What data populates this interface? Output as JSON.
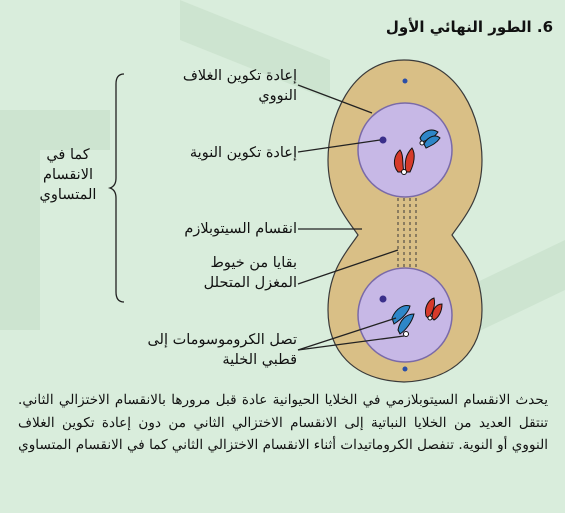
{
  "title": "6.  الطور النهائي الأول",
  "labels": {
    "nuclear_envelope": "إعادة تكوين الغلاف النووي",
    "nucleolus": "إعادة تكوين النوية",
    "cytokinesis": "انقسام السيتوبلازم",
    "spindle_remnants": "بقايا من خيوط المغزل المتحلل",
    "chromosomes_poles": "تصل الكروموسومات إلى قطبي الخلية"
  },
  "group_label": "كما في الانقسام المتساوي",
  "caption": "يحدث الانقسام السيتوبلازمي في الخلايا الحيوانية عادة قبل مرورها بالانقسام الاختزالي الثاني. تنتقل العديد من الخلايا النباتية إلى الانقسام الاختزالي الثاني من دون إعادة تكوين الغلاف النووي أو النوية. تنفصل الكروماتيدات أثناء الانقسام الاختزالي الثاني كما في الانقسام المتساوي",
  "colors": {
    "background": "#d9eddc",
    "cell_outer": "#d9bf86",
    "nucleus": "#c7b8e6",
    "chromosome_red": "#d63a2a",
    "chromosome_blue": "#2e86c8",
    "centriole": "#2b4fa8"
  }
}
